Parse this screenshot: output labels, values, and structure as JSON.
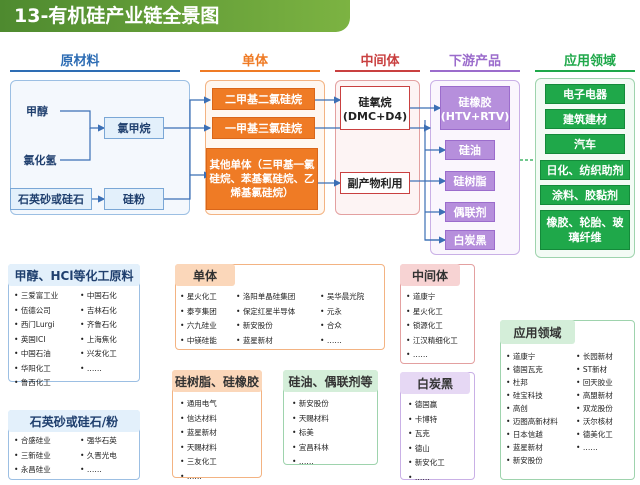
{
  "title": "13-有机硅产业链全景图",
  "columns": {
    "raw": "原材料",
    "monomer": "单体",
    "intermediate": "中间体",
    "downstream": "下游产品",
    "application": "应用领域"
  },
  "raw_nodes": [
    "甲醇",
    "氯化氢",
    "氯甲烷",
    "石英砂或硅石",
    "硅粉"
  ],
  "monomer_nodes": [
    "二甲基二氯硅烷",
    "一甲基三氯硅烷",
    "其他单体（三甲基一氯硅烷、苯基氯硅烷、乙烯基氯硅烷）"
  ],
  "intermediate_nodes": [
    "硅氧烷",
    "(DMC+D4)",
    "副产物利用"
  ],
  "downstream_nodes": [
    "硅橡胶",
    "(HTV+RTV)",
    "硅油",
    "硅树脂",
    "偶联剂",
    "白炭黑"
  ],
  "application_nodes": [
    "电子电器",
    "建筑建材",
    "汽车",
    "日化、纺织助剂",
    "涂料、胶黏剂",
    "橡胶、轮胎、玻璃纤维"
  ],
  "cards": {
    "raw_hcl": {
      "title": "甲醇、HCl等化工原料",
      "col1": [
        "三爱富工业",
        "伍德公司",
        "西门Lurgi",
        "英国ICI",
        "中国石油",
        "华阳化工",
        "鲁西化工"
      ],
      "col2": [
        "中国石化",
        "吉林石化",
        "齐鲁石化",
        "上海焦化",
        "兴发化工",
        "……"
      ]
    },
    "raw_quartz": {
      "title": "石英砂或硅石/粉",
      "col1": [
        "合盛硅业",
        "三新硅业",
        "永昌硅业"
      ],
      "col2": [
        "强华石英",
        "久晋光电",
        "……"
      ]
    },
    "monomer": {
      "title": "单体",
      "col1": [
        "星火化工",
        "泰亨集团",
        "六九硅业",
        "中镁硅能"
      ],
      "col2": [
        "洛阳单晶硅集团",
        "保定红星半导体",
        "新安股份",
        "蓝星新材"
      ],
      "col3": [
        "吴华晨光院",
        "元永",
        "合众",
        "……"
      ]
    },
    "intermediate": {
      "title": "中间体",
      "col1": [
        "道康宁",
        "星火化工",
        "锁源化工",
        "江汉精细化工",
        "……"
      ]
    },
    "resin_rubber": {
      "title": "硅树脂、硅橡胶",
      "col1": [
        "通用电气",
        "信达材料",
        "蓝星新材",
        "天赐材料",
        "三友化工",
        "……"
      ]
    },
    "oil_coupling": {
      "title": "硅油、偶联剂等",
      "col1": [
        "新安股份",
        "天赐材料",
        "标美",
        "宜昌科林",
        "……"
      ]
    },
    "white_carbon": {
      "title": "白炭黑",
      "col1": [
        "德国赢",
        "卡博特",
        "瓦克",
        "德山",
        "新安化工",
        "……"
      ]
    },
    "application": {
      "title": "应用领域",
      "col1": [
        "道康宁",
        "德国瓦克",
        "杜邦",
        "硅宝科技",
        "高创",
        "迈图高新材料",
        "日本信越",
        "蓝星新材",
        "新安股份"
      ],
      "col2": [
        "长园新材",
        "ST新材",
        "回天胶业",
        "高盟新材",
        "双龙股份",
        "沃尔核材",
        "德美化工",
        "……"
      ]
    }
  },
  "colors": {
    "banner": "#5a9a32",
    "raw": "#2e6db4",
    "monomer": "#ef7b25",
    "intermediate": "#c94040",
    "downstream": "#9b6ccc",
    "application": "#1fa84a",
    "arrow": "#3b6fb5"
  }
}
